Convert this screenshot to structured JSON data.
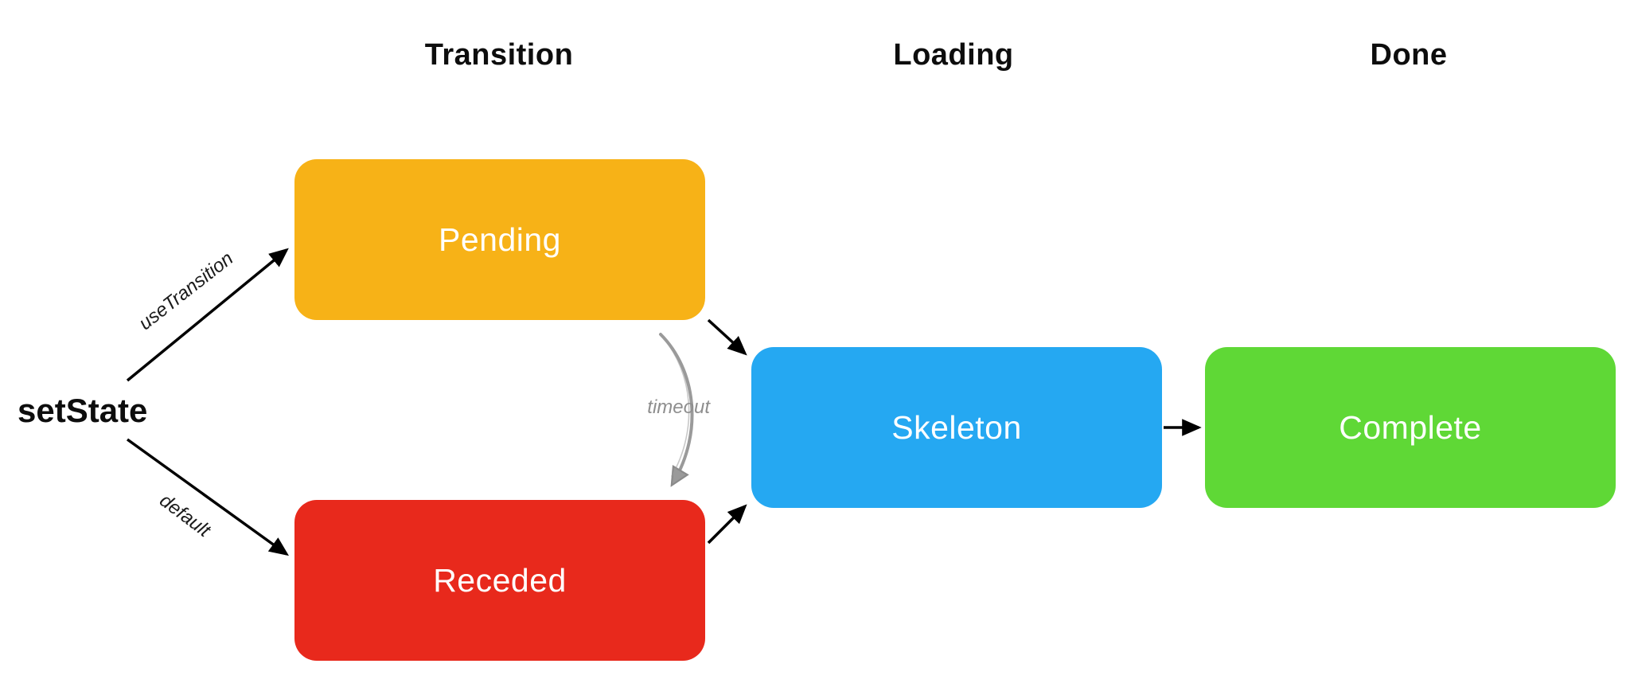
{
  "diagram": {
    "column_headers": [
      {
        "id": "transition",
        "label": "Transition"
      },
      {
        "id": "loading",
        "label": "Loading"
      },
      {
        "id": "done",
        "label": "Done"
      }
    ],
    "start": {
      "label": "setState"
    },
    "nodes": [
      {
        "id": "pending",
        "label": "Pending",
        "color": "#F7B217"
      },
      {
        "id": "receded",
        "label": "Receded",
        "color": "#E8291C"
      },
      {
        "id": "skeleton",
        "label": "Skeleton",
        "color": "#25A8F2"
      },
      {
        "id": "complete",
        "label": "Complete",
        "color": "#5FD836"
      }
    ],
    "edges": [
      {
        "from": "setState",
        "to": "pending",
        "label": "useTransition"
      },
      {
        "from": "setState",
        "to": "receded",
        "label": "default"
      },
      {
        "from": "pending",
        "to": "receded",
        "label": "timeout"
      },
      {
        "from": "pending",
        "to": "skeleton",
        "label": ""
      },
      {
        "from": "receded",
        "to": "skeleton",
        "label": ""
      },
      {
        "from": "skeleton",
        "to": "complete",
        "label": ""
      }
    ],
    "colors": {
      "arrow": "#000000",
      "timeout_arrow": "#9A9A9A",
      "header_text": "#0D0D0D",
      "node_text": "#FFFFFF"
    }
  }
}
